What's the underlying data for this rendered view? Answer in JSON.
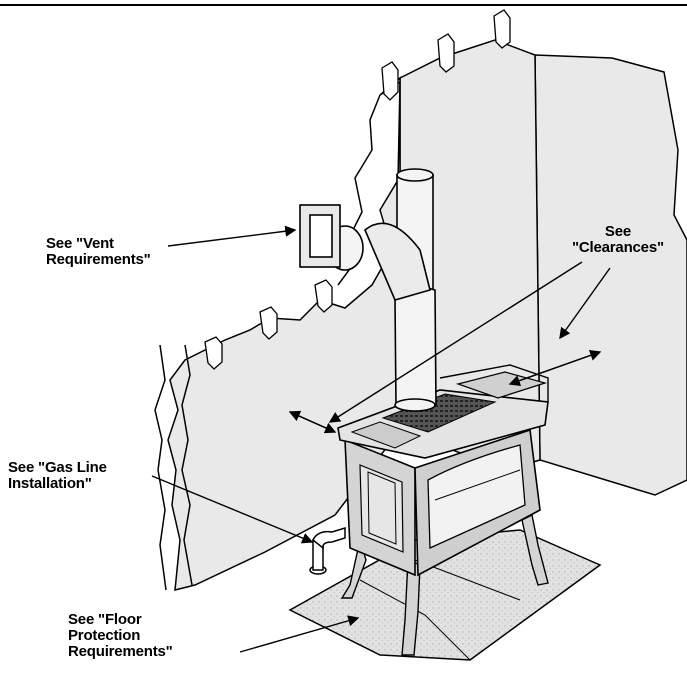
{
  "callouts": {
    "vent": "See \"Vent\nRequirements\"",
    "clearances": "See\n\"Clearances\"",
    "gas_line": "See \"Gas Line\nInstallation\"",
    "floor": "See \"Floor\nProtection\nRequirements\""
  },
  "colors": {
    "wall": "#e9e9e9",
    "hearth": "#dcdcdc",
    "stove_body": "#d4d4d4",
    "line": "#000000"
  }
}
